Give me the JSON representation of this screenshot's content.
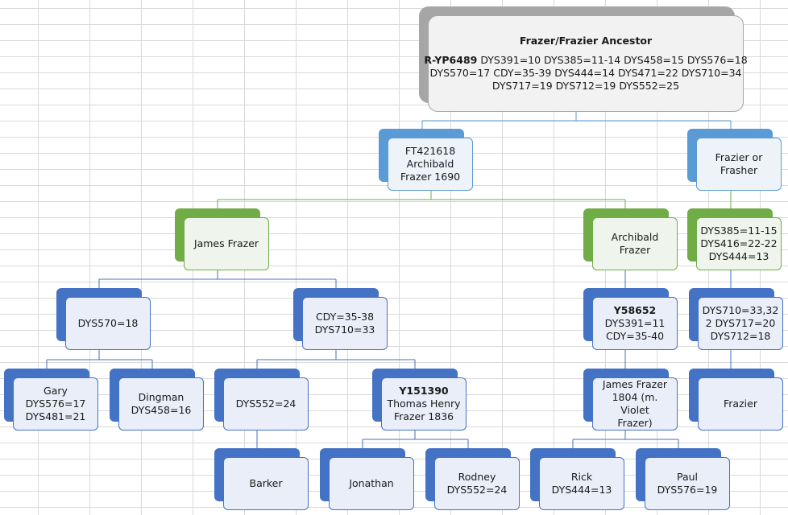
{
  "root": {
    "title": "Frazer/Frazier Ancestor",
    "line1_bold": "R-YP6489",
    "line1_rest": " DYS391=10 DYS385=11-14 DYS458=15 DYS576=18",
    "line2": "DYS570=17 CDY=35-39 DYS444=14 DYS471=22 DYS710=34",
    "line3": "DYS717=19 DYS712=19 DYS552=25"
  },
  "nodes": {
    "ft421618": {
      "lines": [
        "FT421618",
        "Archibald",
        "Frazer 1690"
      ]
    },
    "frazier_frasher": {
      "lines": [
        "Frazier or",
        "Frasher"
      ]
    },
    "james_frazer": {
      "lines": [
        "James Frazer"
      ]
    },
    "archibald_frazer": {
      "lines": [
        "Archibald",
        "Frazer"
      ]
    },
    "dys385_group": {
      "lines": [
        "DYS385=11-15",
        "DYS416=22-22",
        "DYS444=13"
      ]
    },
    "dys570": {
      "lines": [
        "DYS570=18"
      ]
    },
    "cdy_dys710": {
      "lines": [
        "CDY=35-38",
        "DYS710=33"
      ]
    },
    "y58652": {
      "bold": "Y58652",
      "lines": [
        "DYS391=11",
        "CDY=35-40"
      ]
    },
    "dys710_group": {
      "lines": [
        "DYS710=33,32",
        "2 DYS717=20",
        "DYS712=18"
      ]
    },
    "gary": {
      "lines": [
        "Gary",
        "DYS576=17",
        "DYS481=21"
      ]
    },
    "dingman": {
      "lines": [
        "Dingman",
        "DYS458=16"
      ]
    },
    "dys552": {
      "lines": [
        "DYS552=24"
      ]
    },
    "y151390": {
      "bold": "Y151390",
      "lines": [
        "Thomas Henry",
        "Frazer 1836"
      ]
    },
    "james_frazer_1804": {
      "lines": [
        "James Frazer",
        "1804 (m. Violet",
        "Frazer)"
      ]
    },
    "frazier": {
      "lines": [
        "Frazier"
      ]
    },
    "barker": {
      "lines": [
        "Barker"
      ]
    },
    "jonathan": {
      "lines": [
        "Jonathan"
      ]
    },
    "rodney": {
      "lines": [
        "Rodney",
        "DYS552=24"
      ]
    },
    "rick": {
      "lines": [
        "Rick",
        "DYS444=13"
      ]
    },
    "paul": {
      "lines": [
        "Paul",
        "DYS576=19"
      ]
    }
  },
  "colors": {
    "blue": "#4472c4",
    "light_blue": "#5b9bd5",
    "green": "#70ad47",
    "gray": "#a6a6a6"
  }
}
